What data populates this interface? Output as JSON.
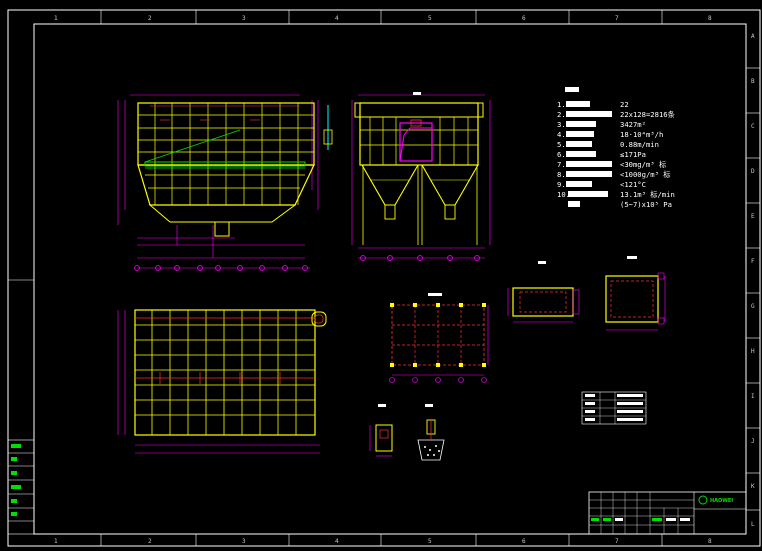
{
  "grid": {
    "top_labels": [
      "1",
      "2",
      "3",
      "4",
      "5",
      "6",
      "7",
      "8"
    ],
    "bottom_labels": [
      "1",
      "2",
      "3",
      "4",
      "5",
      "6",
      "7",
      "8"
    ],
    "right_labels": [
      "A",
      "B",
      "C",
      "D",
      "E",
      "F",
      "G",
      "H",
      "I",
      "J",
      "K",
      "L"
    ]
  },
  "spec_table": {
    "rows": [
      {
        "num": "1.",
        "value": "22"
      },
      {
        "num": "2.",
        "value": "22x128=2816条"
      },
      {
        "num": "3.",
        "value": "3427m²"
      },
      {
        "num": "4.",
        "value": "18·10⁴m³/h"
      },
      {
        "num": "5.",
        "value": "0.88m/min"
      },
      {
        "num": "6.",
        "value": "≤171Pa"
      },
      {
        "num": "7.",
        "value": "<30mg/m³ 标"
      },
      {
        "num": "8.",
        "value": "<1000g/m³ 标"
      },
      {
        "num": "9.",
        "value": "<121°C"
      },
      {
        "num": "10.",
        "value": "13.1m³ 标/min"
      },
      {
        "num": "",
        "value": "(5~7)x10⁵ Pa"
      }
    ]
  },
  "title_block": {
    "logo_text": "HAOWEI"
  },
  "colors": {
    "yellow": "#ffff00",
    "magenta": "#ff00ff",
    "red": "#ff3030",
    "white": "#ffffff",
    "green": "#00e000",
    "cyan": "#00ffff"
  }
}
